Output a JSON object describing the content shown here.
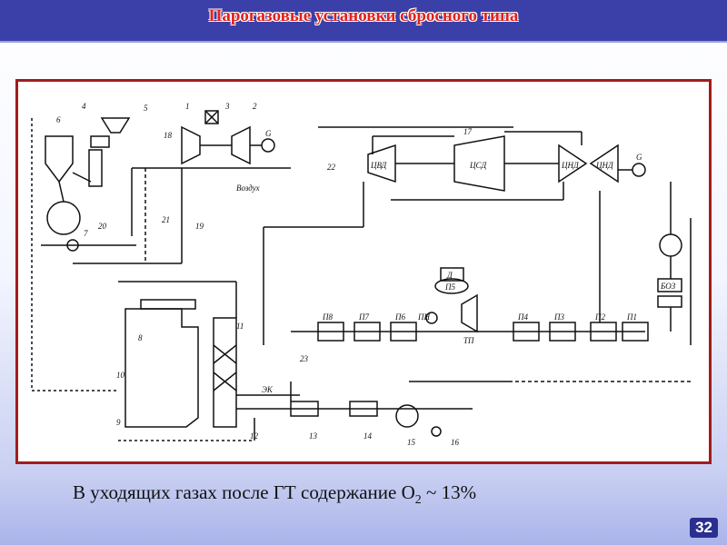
{
  "header": {
    "title": "Парогазовые установки сбросного типа"
  },
  "diagram": {
    "labels": {
      "n1": "1",
      "n2": "2",
      "n3": "3",
      "n4": "4",
      "n5": "5",
      "n6": "6",
      "n7": "7",
      "n8": "8",
      "n9": "9",
      "n10": "10",
      "n11": "11",
      "n12": "12",
      "n13": "13",
      "n14": "14",
      "n15": "15",
      "n16": "16",
      "n17": "17",
      "n18": "18",
      "n19": "19",
      "n20": "20",
      "n21": "21",
      "n22": "22",
      "n23": "23",
      "g1": "G",
      "g2": "G",
      "air": "Воздух",
      "cvd": "ЦВД",
      "csd": "ЦСД",
      "cnd1": "ЦНД",
      "cnd2": "ЦНД",
      "p8": "П8",
      "p7": "П7",
      "p6": "П6",
      "pn": "ПН",
      "tp": "ТП",
      "p4": "П4",
      "p3": "П3",
      "p2": "П2",
      "p1": "П1",
      "d": "Д",
      "p5": "П5",
      "boz": "БОЗ",
      "ek": "ЭК"
    }
  },
  "caption": {
    "text": "В уходящих газах после ГТ содержание O",
    "sub": "2",
    "tail": " ~ 13%"
  },
  "page_number": "32"
}
